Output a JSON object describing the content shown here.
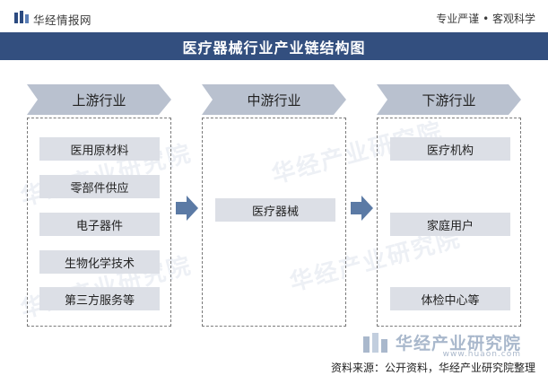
{
  "header": {
    "brand": "华经情报网",
    "tagline": "专业严谨 • 客观科学"
  },
  "title": "医疗器械行业产业链结构图",
  "columns": [
    {
      "header": "上游行业",
      "items": [
        "医用原材料",
        "零部件供应",
        "电子器件",
        "生物化学技术",
        "第三方服务等"
      ]
    },
    {
      "header": "中游行业",
      "items": [
        "医疗器械"
      ]
    },
    {
      "header": "下游行业",
      "items": [
        "医疗机构",
        "家庭用户",
        "体检中心等"
      ]
    }
  ],
  "watermark": {
    "text": "华经产业研究院",
    "url": "www.huaon.com"
  },
  "source": "资料来源：公开资料，华经产业研究院整理",
  "colors": {
    "title_bg": "#334f7f",
    "arrow_header": "#b9c1cf",
    "item_bg": "#dcdfe6",
    "connector": "#5b7aa5"
  }
}
